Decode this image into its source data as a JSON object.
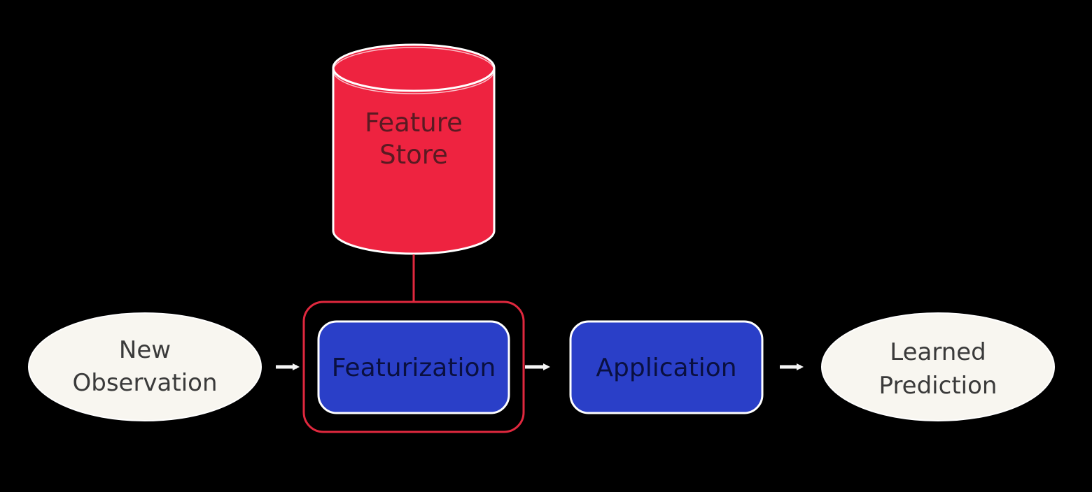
{
  "diagram": {
    "type": "pipeline",
    "colors": {
      "background": "#000000",
      "store_fill": "#ee2340",
      "store_text": "#5a1a22",
      "process_fill": "#2a3fc8",
      "process_text": "#0a1040",
      "terminal_fill": "#f8f6f0",
      "terminal_text": "#3a3a3a",
      "highlight": "#e0283e",
      "arrow": "#f5f5f5"
    },
    "store": {
      "line1": "Feature",
      "line2": "Store"
    },
    "nodes": {
      "input": {
        "line1": "New",
        "line2": "Observation"
      },
      "featurization": {
        "label": "Featurization"
      },
      "application": {
        "label": "Application"
      },
      "output": {
        "line1": "Learned",
        "line2": "Prediction"
      }
    },
    "edges": [
      {
        "from": "input",
        "to": "featurization"
      },
      {
        "from": "featurization",
        "to": "application"
      },
      {
        "from": "application",
        "to": "output"
      },
      {
        "from": "store",
        "to": "featurization"
      }
    ]
  }
}
